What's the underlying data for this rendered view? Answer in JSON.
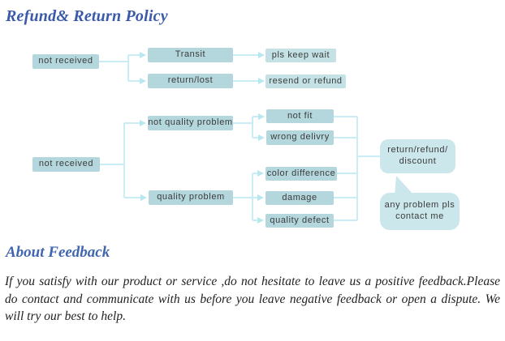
{
  "title": "Refund& Return Policy",
  "colors": {
    "title_blue": "#3a5aa9",
    "heading_blue": "#4066af",
    "box_teal": "#b3d7dd",
    "box_teal_light": "#c4e2e6",
    "callout_teal": "#cbe7eb",
    "connector_cyan": "#c8edf4",
    "node_text": "#3b3b3b",
    "body_text": "#222222"
  },
  "flowchart": {
    "nodes": {
      "not_received_1": "not received",
      "transit": "Transit",
      "return_lost": "return/lost",
      "pls_keep_wait": "pls keep wait",
      "resend_or_refund": "resend or refund",
      "not_quality_problem": "not quality problem",
      "not_received_2": "not received",
      "quality_problem": "quality problem",
      "not_fit": "not fit",
      "wrong_delivry": "wrong delivry",
      "color_difference": "color difference",
      "damage": "damage",
      "quality_defect": "quality defect",
      "return_refund_discount": "return/refund/\ndiscount",
      "any_problem": "any problem pls\ncontact me"
    }
  },
  "feedback": {
    "heading": "About Feedback",
    "lines": [
      "If you satisfy with our product or service ,do not hesitate to leave us a positive feedback.Please",
      "do contact and communicate with us before you leave negative feedback or open a dispute. We",
      "will try our best to help."
    ]
  }
}
